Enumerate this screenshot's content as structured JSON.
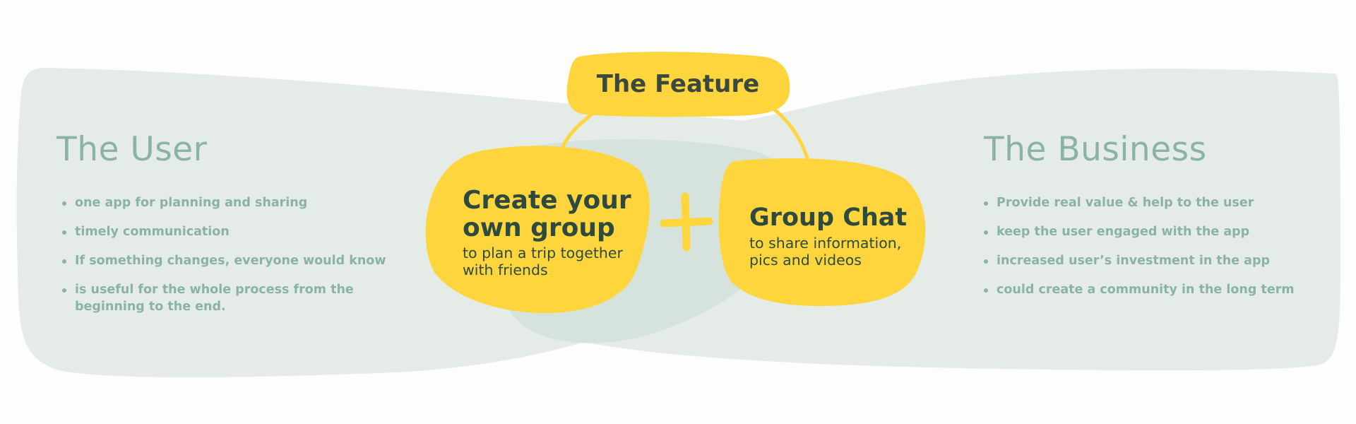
{
  "user": {
    "title": "The User",
    "bullets": [
      "one app for planning and sharing",
      "timely communication",
      "If something changes, everyone would know",
      "is useful for the whole process from the beginning to the end."
    ]
  },
  "business": {
    "title": "The Business",
    "bullets": [
      "Provide real value & help to the user",
      "keep the user engaged with the app",
      "increased user’s investment in the app",
      "could create a community in the long term"
    ]
  },
  "feature": {
    "title": "The Feature",
    "group": {
      "title_line1": "Create your",
      "title_line2": "own group",
      "sub_line1": "to plan a trip together",
      "sub_line2": "with friends"
    },
    "chat": {
      "title": "Group Chat",
      "sub_line1": "to share information,",
      "sub_line2": "pics and videos"
    },
    "plus_symbol": "+"
  },
  "colors": {
    "background": "#fdfdfc",
    "band": "#e5ece8",
    "lens": "#d6e3dd",
    "accent_yellow": "#fed53d",
    "muted_green_text": "#8bb3a5",
    "dark_text": "#2e4a3e"
  }
}
